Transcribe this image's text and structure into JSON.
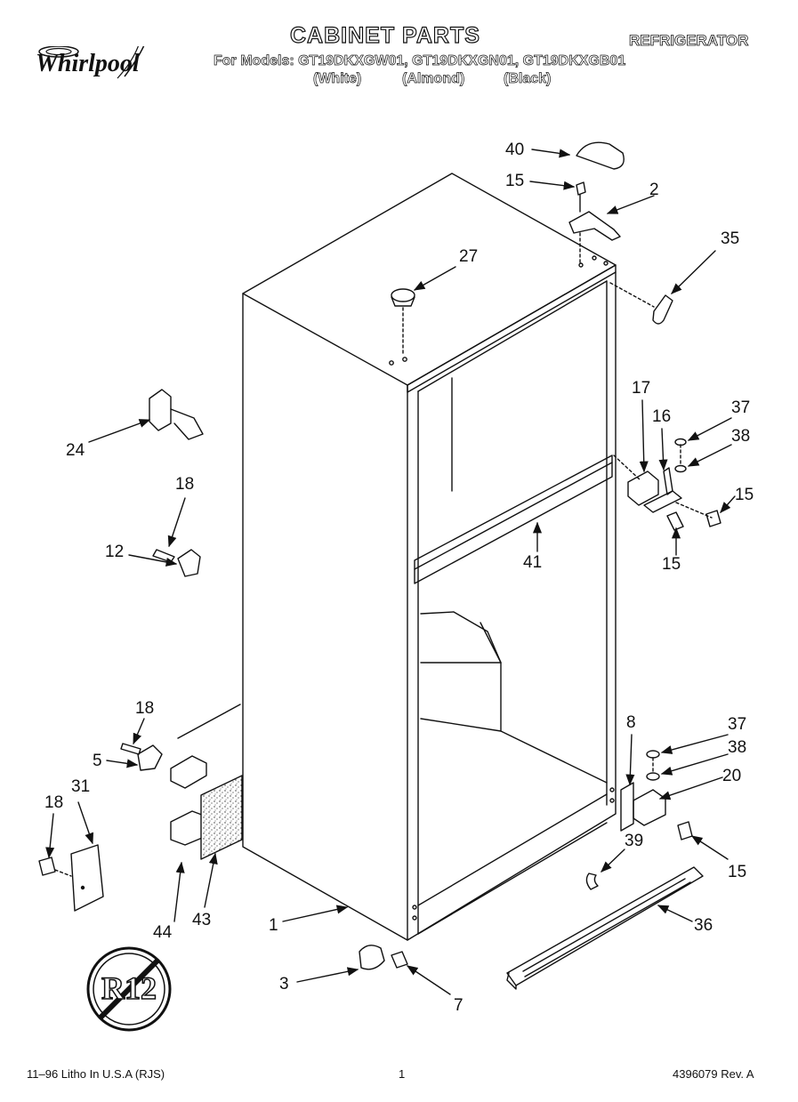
{
  "header": {
    "brand": "Whirlpool",
    "title": "CABINET PARTS",
    "category": "REFRIGERATOR",
    "models_line": "For Models: GT19DKXGW01, GT19DKXGN01, GT19DKXGB01",
    "variants": [
      "(White)",
      "(Almond)",
      "(Black)"
    ]
  },
  "callouts": {
    "c40": "40",
    "c15a": "15",
    "c2": "2",
    "c35": "35",
    "c27": "27",
    "c24": "24",
    "c18a": "18",
    "c12": "12",
    "c17": "17",
    "c16": "16",
    "c37a": "37",
    "c38a": "38",
    "c15b": "15",
    "c15c": "15",
    "c41": "41",
    "c18b": "18",
    "c5": "5",
    "c18c": "18",
    "c31": "31",
    "c44": "44",
    "c43": "43",
    "c1": "1",
    "c8": "8",
    "c37b": "37",
    "c38b": "38",
    "c20": "20",
    "c15d": "15",
    "c39": "39",
    "c36": "36",
    "c3": "3",
    "c7": "7"
  },
  "badge": "R12",
  "footer": {
    "left": "11–96 Litho In U.S.A (RJS)",
    "page": "1",
    "right": "4396079 Rev. A"
  }
}
